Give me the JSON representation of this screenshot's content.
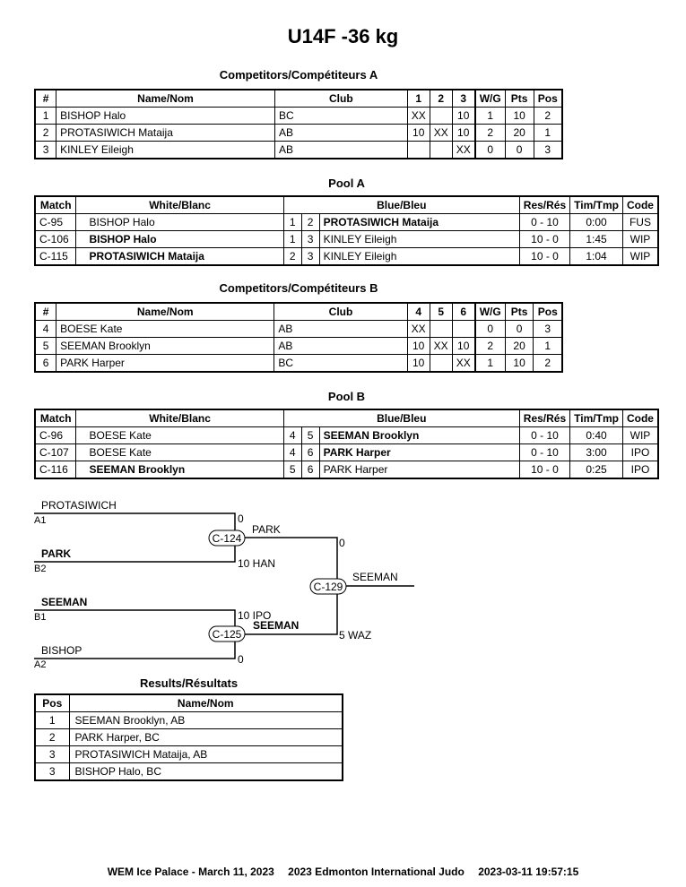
{
  "title": "U14F -36 kg",
  "compA": {
    "title": "Competitors/Compétiteurs A",
    "headers": [
      "#",
      "Name/Nom",
      "Club",
      "1",
      "2",
      "3",
      "W/G",
      "Pts",
      "Pos"
    ],
    "rows": [
      {
        "n": "1",
        "name": "BISHOP Halo",
        "club": "BC",
        "s1": "XX",
        "s2": "",
        "s3": "10",
        "wg": "1",
        "pts": "10",
        "pos": "2"
      },
      {
        "n": "2",
        "name": "PROTASIWICH Mataija",
        "club": "AB",
        "s1": "10",
        "s2": "XX",
        "s3": "10",
        "wg": "2",
        "pts": "20",
        "pos": "1"
      },
      {
        "n": "3",
        "name": "KINLEY Eileigh",
        "club": "AB",
        "s1": "",
        "s2": "",
        "s3": "XX",
        "wg": "0",
        "pts": "0",
        "pos": "3"
      }
    ]
  },
  "poolA": {
    "title": "Pool A",
    "headers": [
      "Match",
      "White/Blanc",
      "Blue/Bleu",
      "Res/Rés",
      "Tim/Tmp",
      "Code"
    ],
    "rows": [
      {
        "match": "C-95",
        "white": "BISHOP Halo",
        "wn": "1",
        "bn": "2",
        "blue": "PROTASIWICH Mataija",
        "res": "0 - 10",
        "time": "0:00",
        "code": "FUS",
        "wbold": false,
        "bbold": true
      },
      {
        "match": "C-106",
        "white": "BISHOP Halo",
        "wn": "1",
        "bn": "3",
        "blue": "KINLEY Eileigh",
        "res": "10 - 0",
        "time": "1:45",
        "code": "WIP",
        "wbold": true,
        "bbold": false
      },
      {
        "match": "C-115",
        "white": "PROTASIWICH Mataija",
        "wn": "2",
        "bn": "3",
        "blue": "KINLEY Eileigh",
        "res": "10 - 0",
        "time": "1:04",
        "code": "WIP",
        "wbold": true,
        "bbold": false
      }
    ]
  },
  "compB": {
    "title": "Competitors/Compétiteurs B",
    "headers": [
      "#",
      "Name/Nom",
      "Club",
      "4",
      "5",
      "6",
      "W/G",
      "Pts",
      "Pos"
    ],
    "rows": [
      {
        "n": "4",
        "name": "BOESE Kate",
        "club": "AB",
        "s1": "XX",
        "s2": "",
        "s3": "",
        "wg": "0",
        "pts": "0",
        "pos": "3"
      },
      {
        "n": "5",
        "name": "SEEMAN Brooklyn",
        "club": "AB",
        "s1": "10",
        "s2": "XX",
        "s3": "10",
        "wg": "2",
        "pts": "20",
        "pos": "1"
      },
      {
        "n": "6",
        "name": "PARK Harper",
        "club": "BC",
        "s1": "10",
        "s2": "",
        "s3": "XX",
        "wg": "1",
        "pts": "10",
        "pos": "2"
      }
    ]
  },
  "poolB": {
    "title": "Pool B",
    "headers": [
      "Match",
      "White/Blanc",
      "Blue/Bleu",
      "Res/Rés",
      "Tim/Tmp",
      "Code"
    ],
    "rows": [
      {
        "match": "C-96",
        "white": "BOESE Kate",
        "wn": "4",
        "bn": "5",
        "blue": "SEEMAN Brooklyn",
        "res": "0 - 10",
        "time": "0:40",
        "code": "WIP",
        "wbold": false,
        "bbold": true
      },
      {
        "match": "C-107",
        "white": "BOESE Kate",
        "wn": "4",
        "bn": "6",
        "blue": "PARK Harper",
        "res": "0 - 10",
        "time": "3:00",
        "code": "IPO",
        "wbold": false,
        "bbold": true
      },
      {
        "match": "C-116",
        "white": "SEEMAN Brooklyn",
        "wn": "5",
        "bn": "6",
        "blue": "PARK Harper",
        "res": "10 - 0",
        "time": "0:25",
        "code": "IPO",
        "wbold": true,
        "bbold": false
      }
    ]
  },
  "bracket": {
    "a1_name": "PROTASIWICH",
    "a1_seed": "A1",
    "a1_score": "0",
    "b2_name": "PARK",
    "b2_seed": "B2",
    "b2_score": "10 HAN",
    "m124": "C-124",
    "m124_winner": "PARK",
    "m124_score": "0",
    "b1_name": "SEEMAN",
    "b1_seed": "B1",
    "b1_score": "10 IPO",
    "a2_name": "BISHOP",
    "a2_seed": "A2",
    "a2_score": "0",
    "m125": "C-125",
    "m125_winner": "SEEMAN",
    "m125_score": "5 WAZ",
    "m129": "C-129",
    "m129_winner": "SEEMAN"
  },
  "results": {
    "title": "Results/Résultats",
    "headers": [
      "Pos",
      "Name/Nom"
    ],
    "rows": [
      {
        "pos": "1",
        "name": "SEEMAN Brooklyn, AB"
      },
      {
        "pos": "2",
        "name": "PARK Harper, BC"
      },
      {
        "pos": "3",
        "name": "PROTASIWICH Mataija, AB"
      },
      {
        "pos": "3",
        "name": "BISHOP Halo, BC"
      }
    ]
  },
  "footer": {
    "venue": "WEM Ice Palace - March 11, 2023",
    "event": "2023 Edmonton International Judo",
    "stamp": "2023-03-11 19:57:15"
  }
}
